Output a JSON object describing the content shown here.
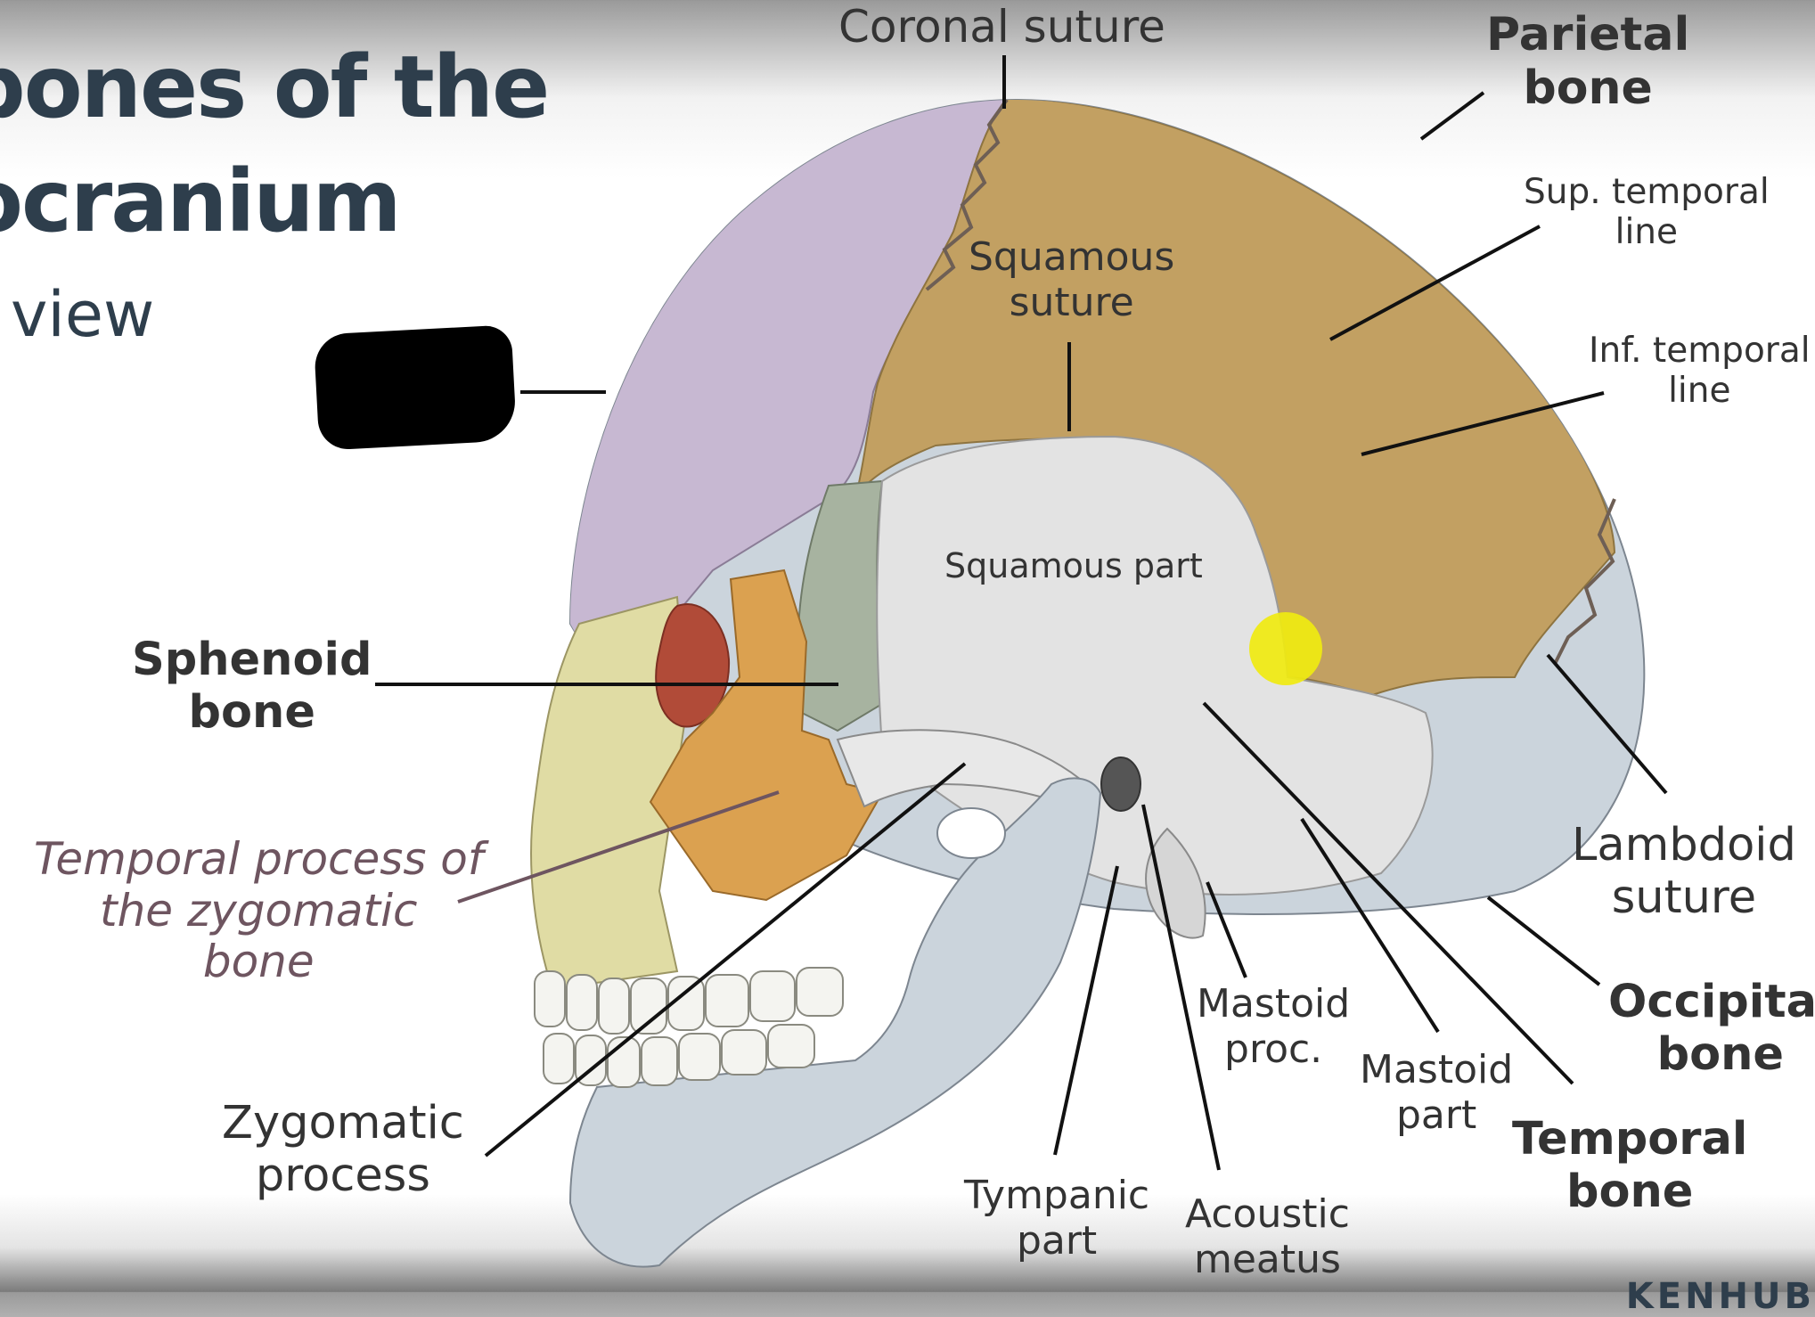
{
  "title": {
    "line1": "bones of the",
    "line2": "ocranium",
    "view": "view"
  },
  "labels": {
    "coronal_suture": "Coronal suture",
    "parietal_bone": "Parietal\nbone",
    "sup_temporal_line": "Sup. temporal\nline",
    "inf_temporal_line": "Inf. temporal\nline",
    "squamous_suture": "Squamous\nsuture",
    "squamous_part": "Squamous part",
    "sphenoid_bone": "Sphenoid\nbone",
    "temporal_process": "Temporal process of\nthe zygomatic\nbone",
    "zygomatic_process": "Zygomatic\nprocess",
    "lambdoid_suture": "Lambdoid\nsuture",
    "occipital_bone": "Occipital\nbone",
    "mastoid_proc": "Mastoid\nproc.",
    "mastoid_part": "Mastoid\npart",
    "temporal_bone": "Temporal\nbone",
    "tympanic_part": "Tympanic\npart",
    "acoustic_meatus": "Acoustic\nmeatus"
  },
  "logo": "KENHUB",
  "colors": {
    "frontal": "#c7b8d2",
    "parietal": "#c2a062",
    "temporal": "#e3e3e3",
    "sphenoid": "#a7b3a0",
    "zygomatic": "#dba150",
    "maxilla": "#e0dca4",
    "occipital_mandible": "#cbd4dc",
    "highlight": "#f0ea10",
    "label_text": "#333333",
    "italic_text": "#6e5560",
    "title_text": "#2e3e4c"
  }
}
